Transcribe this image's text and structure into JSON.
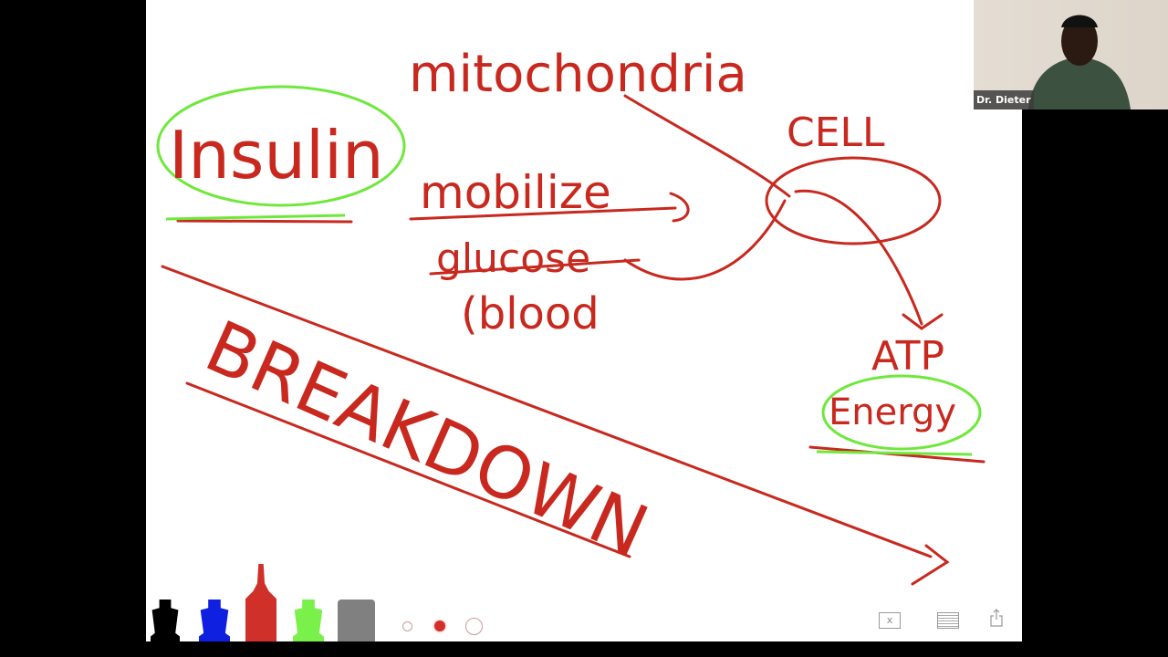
{
  "whiteboard": {
    "ink_color": "#c8281e",
    "highlight_color": "#6ee83a",
    "words": {
      "mitochondria": "mitochondria",
      "insulin": "Insulin",
      "mobilize": "mobilize",
      "glucose": "glucose",
      "blood": "(blood",
      "cell": "CELL",
      "atp": "ATP",
      "energy": "Energy",
      "breakdown": "BREAKDOWN"
    }
  },
  "webcam": {
    "name": "Dr. Dieter"
  },
  "toolbar": {
    "markers": [
      {
        "name": "black",
        "color": "#000000"
      },
      {
        "name": "blue",
        "color": "#1020e0"
      },
      {
        "name": "red",
        "color": "#d0302a",
        "selected": true
      },
      {
        "name": "green",
        "color": "#7af04a"
      },
      {
        "name": "eraser",
        "color": "#808080"
      }
    ],
    "stroke_sizes": [
      "small",
      "medium",
      "large"
    ],
    "selected_size": "medium",
    "clear_label": "x",
    "icons": [
      "clear-icon",
      "menu-icon",
      "share-icon"
    ]
  }
}
